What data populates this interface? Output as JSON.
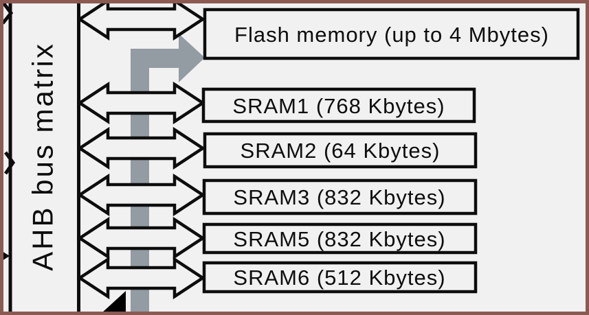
{
  "figure": {
    "type": "block-diagram-fragment",
    "bus_label": "AHB bus matrix",
    "memories": [
      {
        "id": "flash",
        "label": "Flash memory (up to 4 Mbytes)"
      },
      {
        "id": "sram1",
        "label": "SRAM1 (768 Kbytes)"
      },
      {
        "id": "sram2",
        "label": "SRAM2 (64 Kbytes)"
      },
      {
        "id": "sram3",
        "label": "SRAM3 (832 Kbytes)"
      },
      {
        "id": "sram5",
        "label": "SRAM5 (832 Kbytes)"
      },
      {
        "id": "sram6",
        "label": "SRAM6 (512 Kbytes)"
      }
    ],
    "colors": {
      "frame_border": "#8B5A52",
      "background": "#F1F1F2",
      "gray_bus_arrow": "#939BA3",
      "line_black": "#0D0D0D"
    }
  }
}
